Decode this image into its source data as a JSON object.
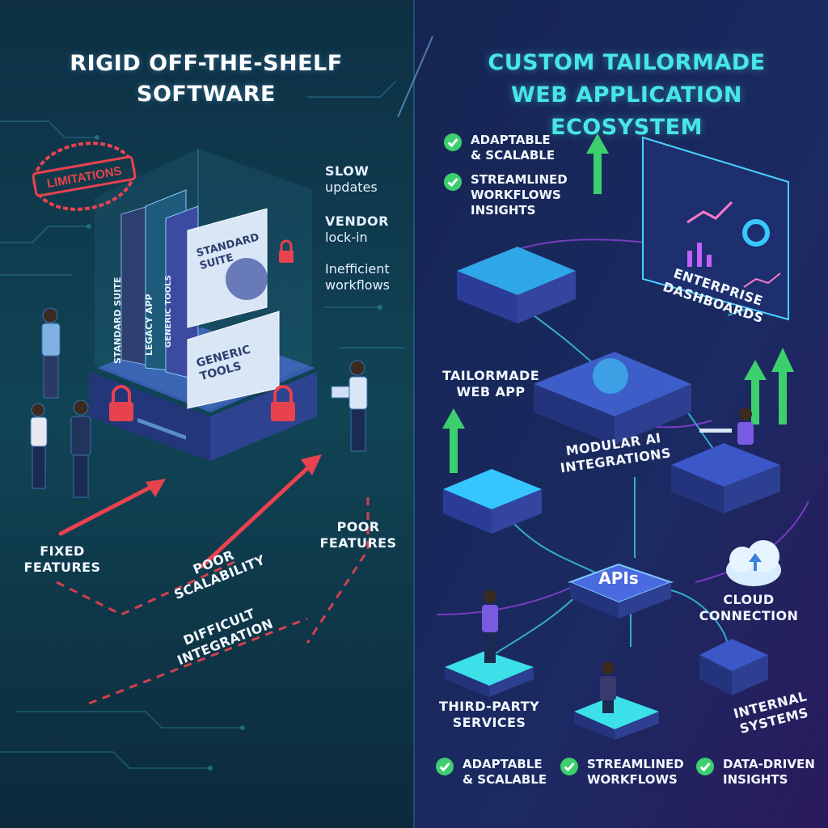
{
  "left": {
    "title_line1": "RIGID OFF-THE-SHELF",
    "title_line2": "SOFTWARE",
    "stamp": "LIMITATIONS",
    "boxes": [
      "STANDARD SUITE",
      "LEGACY APP",
      "GENERIC TOOLS",
      "STANDARD SUITE",
      "GENERIC TOOLS"
    ],
    "issues": [
      {
        "strong": "SLOW",
        "rest": "updates"
      },
      {
        "strong": "VENDOR",
        "rest": "lock-in"
      },
      {
        "strong": "Inefficient",
        "rest": "workflows"
      }
    ],
    "fixed_features": [
      "FIXED",
      "FEATURES"
    ],
    "poor_scalability": [
      "POOR",
      "SCALABILITY"
    ],
    "difficult_integration": [
      "DIFFICULT",
      "INTEGRATION"
    ],
    "poor_features": [
      "POOR",
      "FEATURES"
    ]
  },
  "right": {
    "title_line1": "CUSTOM TAILORMADE",
    "title_line2": "WEB APPLICATION ECOSYSTEM",
    "top_checks": [
      [
        "ADAPTABLE",
        "& SCALABLE"
      ],
      [
        "STREAMLINED",
        "WORKFLOWS",
        "INSIGHTS"
      ]
    ],
    "enterprise_dashboards": [
      "ENTERPRISE",
      "DASHBOARDS"
    ],
    "tailormade": [
      "TAILORMADE",
      "WEB APP"
    ],
    "modular_ai": [
      "MODULAR AI",
      "INTEGRATIONS"
    ],
    "apis": "APIs",
    "cloud": [
      "CLOUD",
      "CONNECTION"
    ],
    "third_party": [
      "THIRD-PARTY",
      "SERVICES"
    ],
    "internal": [
      "INTERNAL",
      "SYSTEMS"
    ],
    "bottom_checks": [
      [
        "ADAPTABLE",
        "& SCALABLE"
      ],
      [
        "STREAMLINED",
        "WORKFLOWS"
      ],
      [
        "DATA-DRIVEN",
        "INSIGHTS"
      ]
    ]
  },
  "colors": {
    "left_bg": "#0f3b4a",
    "right_bg": "#1a2356",
    "accent_cyan": "#48e6e6",
    "warning_red": "#e8424f",
    "check_green": "#3ccf6e"
  }
}
